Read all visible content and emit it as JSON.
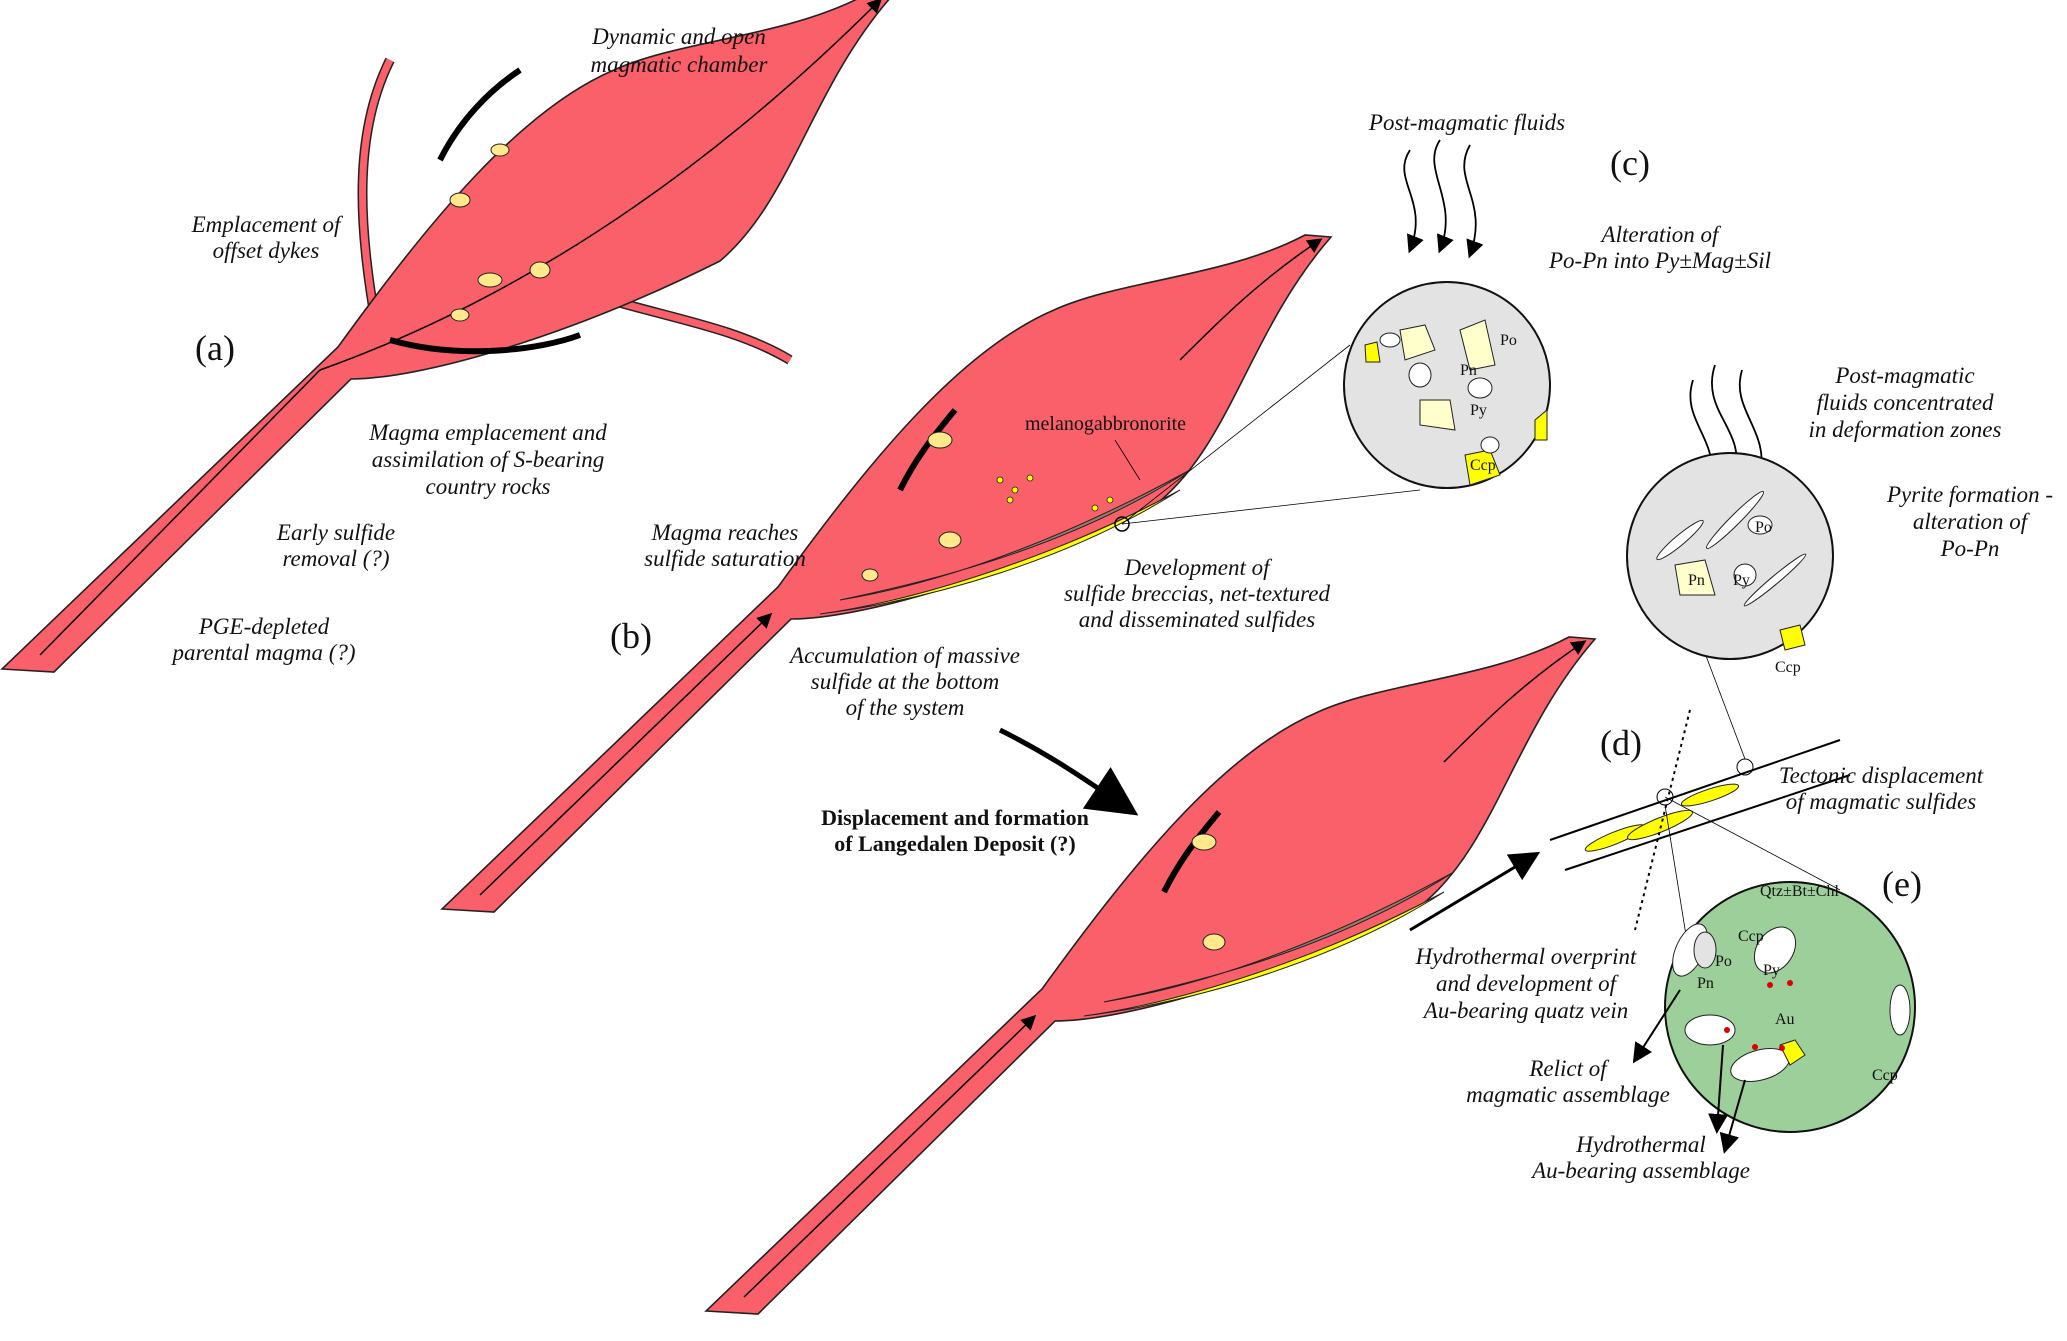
{
  "labels": {
    "a": "(a)",
    "b": "(b)",
    "c": "(c)",
    "d": "(d)",
    "e": "(e)"
  },
  "panel_a": {
    "chamber": [
      "Dynamic and open",
      "magmatic chamber"
    ],
    "dykes": [
      "Emplacement of",
      "offset dykes"
    ],
    "emplacement": [
      "Magma emplacement and",
      "assimilation of S-bearing",
      "country rocks"
    ],
    "early": [
      "Early sulfide",
      "removal (?)"
    ],
    "parental": [
      "PGE-depleted",
      "parental magma (?)"
    ]
  },
  "panel_b": {
    "saturation": [
      "Magma reaches",
      "sulfide saturation"
    ],
    "rock": "melanogabbronorite",
    "development": [
      "Development of",
      "sulfide breccias, net-textured",
      "and disseminated sulfides"
    ],
    "accumulation": [
      "Accumulation of massive",
      "sulfide at the bottom",
      "of the system"
    ]
  },
  "displacement": [
    "Displacement and formation",
    "of Langedalen Deposit (?)"
  ],
  "panel_c": {
    "fluids": "Post-magmatic fluids",
    "alteration": [
      "Alteration of",
      "Po-Pn into Py±Mag±Sil"
    ],
    "minerals": [
      "Po",
      "Pn",
      "Py",
      "Ccp"
    ]
  },
  "panel_d": {
    "fluids": [
      "Post-magmatic",
      "fluids concentrated",
      "in deformation zones"
    ],
    "pyrite": [
      "Pyrite formation -",
      "alteration of",
      "Po-Pn"
    ],
    "minerals": [
      "Po",
      "Pn",
      "Py",
      "Ccp"
    ],
    "tectonic": [
      "Tectonic displacement",
      "of magmatic sulfides"
    ]
  },
  "panel_e": {
    "matrix": "Qtz±Bt±Chl",
    "minerals": [
      "Ccp",
      "Po",
      "Pn",
      "Py",
      "Au",
      "Ccp"
    ],
    "overprint": [
      "Hydrothermal overprint",
      "and development of",
      "Au-bearing quatz vein"
    ],
    "relict": [
      "Relict of",
      "magmatic assemblage"
    ],
    "hydrothermal": [
      "Hydrothermal",
      "Au-bearing assemblage"
    ]
  },
  "colors": {
    "magma": "#f9606a",
    "sulfide": "#ffff00",
    "pale_sulfide": "#ffffcc",
    "grain": "#e3e3e3",
    "vein": "#9ccf9a",
    "layer": "#9b7a6a"
  }
}
